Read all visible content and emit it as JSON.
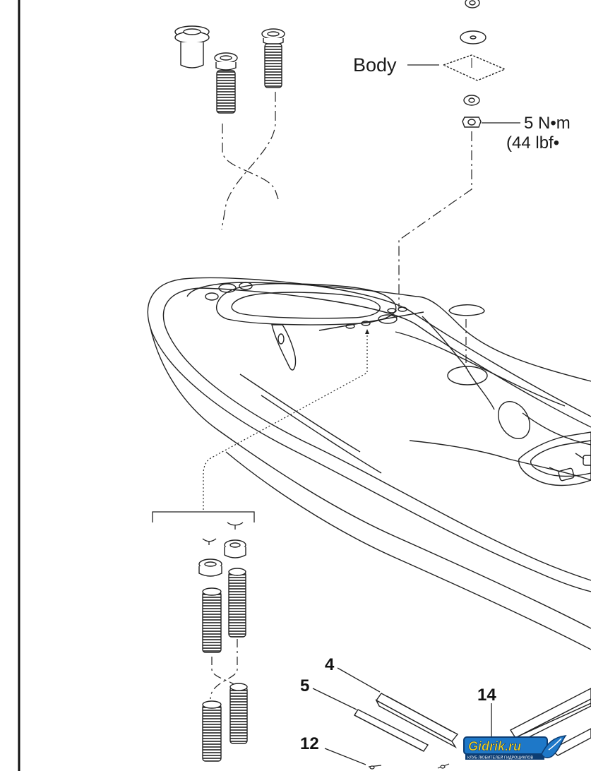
{
  "labels": {
    "body": "Body",
    "torque_line1": "5 N•m",
    "torque_line2": "(44 lbf•"
  },
  "callouts": {
    "c4": "4",
    "c5": "5",
    "c12": "12",
    "c14": "14"
  },
  "watermark": {
    "brand": "Gidrik.ru",
    "tagline": "КЛУБ ЛЮБИТЕЛЕЙ ГИДРОЦИКЛОВ",
    "colors": {
      "primary": "#1e78c8",
      "accent": "#f7d31e",
      "dark": "#0d3d73"
    }
  },
  "colors": {
    "line": "#222222",
    "paper": "#ffffff"
  }
}
